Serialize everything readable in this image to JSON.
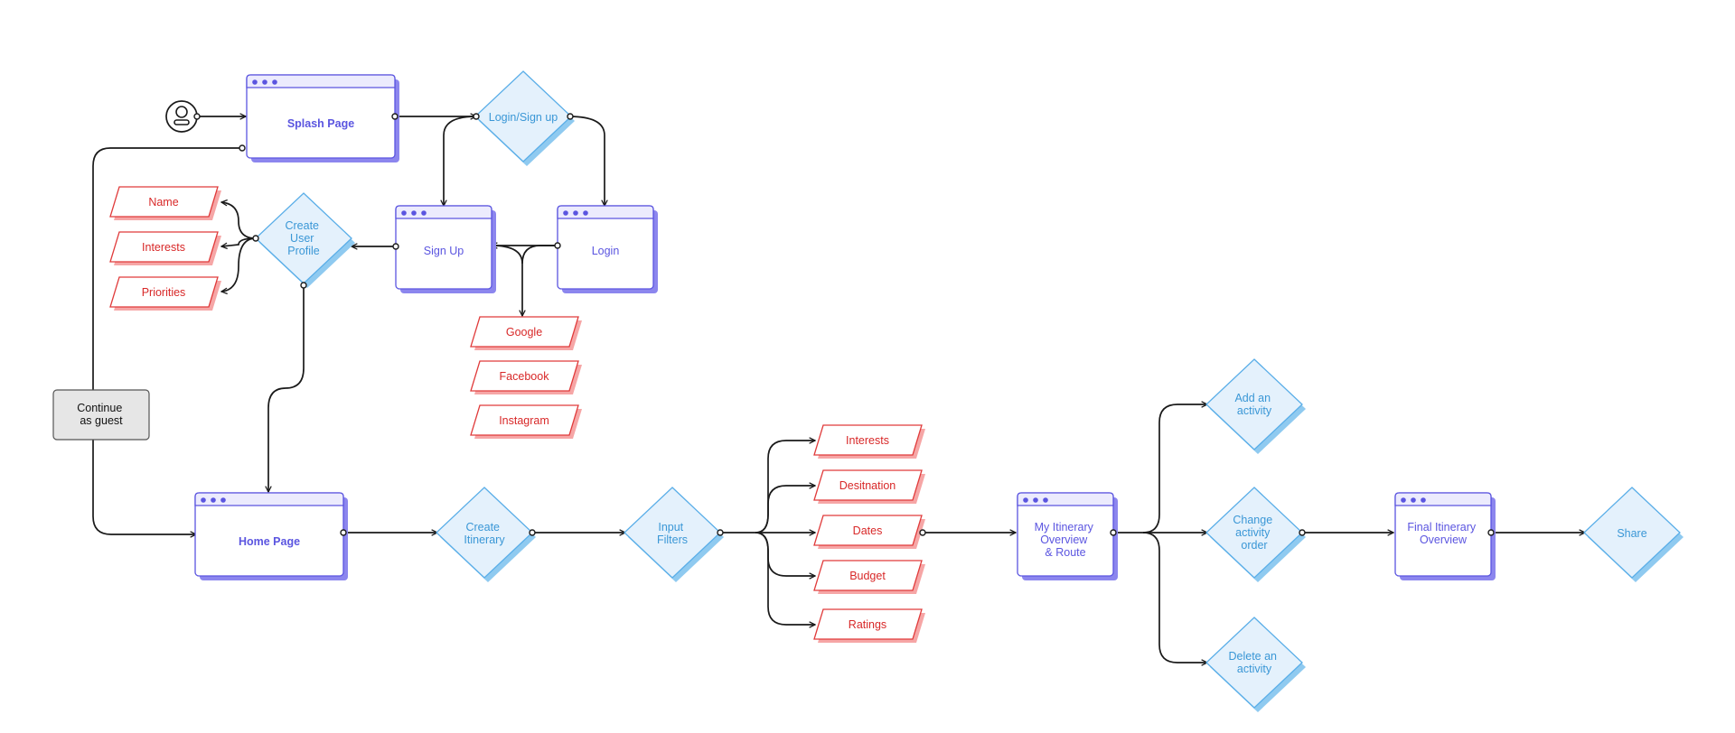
{
  "colors": {
    "screen_stroke": "#5b55e0",
    "screen_fill": "#ffffff",
    "screen_bar": "#ecebfd",
    "screen_text": "#5b55e0",
    "decision_stroke": "#5aaee8",
    "decision_fill": "#e4f1fc",
    "decision_text": "#3a97d6",
    "data_stroke": "#e03b3b",
    "data_shadow": "#f6a6a6",
    "data_text": "#d82828",
    "guest_fill": "#e6e6e6",
    "guest_stroke": "#555555",
    "line": "#1a1a1a"
  },
  "start": {
    "icon": "user-icon"
  },
  "screens": {
    "splash": "Splash Page",
    "sign_up": "Sign Up",
    "login": "Login",
    "home": "Home Page",
    "itinerary_overview": [
      "My Itinerary",
      "Overview",
      "& Route"
    ],
    "final_overview": [
      "Final Itinerary",
      "Overview"
    ]
  },
  "decisions": {
    "login_signup": [
      "Login/Sign up"
    ],
    "create_profile": [
      "Create",
      "User",
      "Profile"
    ],
    "create_itinerary": [
      "Create",
      "Itinerary"
    ],
    "input_filters": [
      "Input",
      "Filters"
    ],
    "add_activity": [
      "Add an",
      "activity"
    ],
    "change_order": [
      "Change",
      "activity",
      "order"
    ],
    "delete_activity": [
      "Delete an",
      "activity"
    ],
    "share": [
      "Share"
    ]
  },
  "profile_data": [
    "Name",
    "Interests",
    "Priorities"
  ],
  "social_logins": [
    "Google",
    "Facebook",
    "Instagram"
  ],
  "filters": [
    "Interests",
    "Desitnation",
    "Dates",
    "Budget",
    "Ratings"
  ],
  "guest": [
    "Continue",
    "as guest"
  ]
}
